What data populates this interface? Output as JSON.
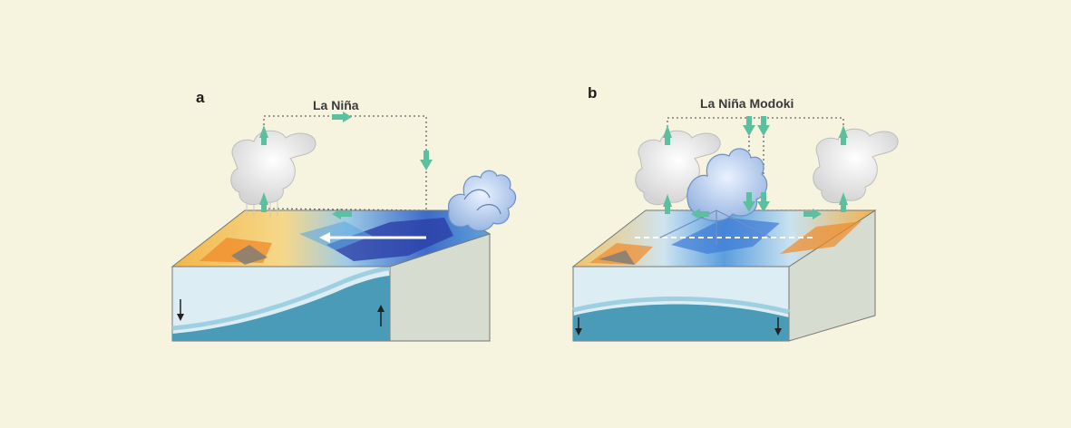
{
  "panels": [
    {
      "label": "a",
      "title": "La Niña"
    },
    {
      "label": "b",
      "title": "La Niña Modoki"
    }
  ],
  "colors": {
    "background": "#f6f3df",
    "circulation_arrow": "#5cc0a0",
    "warm_anomaly": "#f0a63a",
    "cool_anomaly": "#3d6fd0",
    "ocean_deep": "#3f96b2",
    "ocean_upper": "#dceef4",
    "box_side": "#d6ddd0"
  },
  "icons": [
    "convection-cloud-icon",
    "storm-cloud-icon",
    "up-arrow-icon",
    "down-arrow-icon",
    "right-arrow-icon",
    "left-arrow-icon"
  ]
}
